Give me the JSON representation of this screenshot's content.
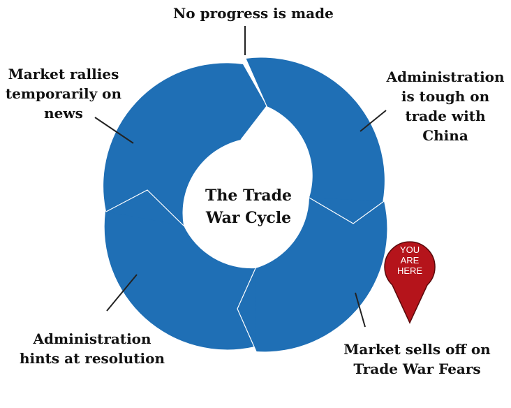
{
  "title": "The Trade\nWar Cycle",
  "stages": [
    {
      "id": "top",
      "text": "No progress is made"
    },
    {
      "id": "upper-right",
      "text": "Administration\nis tough on\ntrade with\nChina"
    },
    {
      "id": "lower-right",
      "text": "Market sells off on\nTrade War Fears"
    },
    {
      "id": "lower-left",
      "text": "Administration\nhints at resolution"
    },
    {
      "id": "upper-left",
      "text": "Market  rallies\ntemporarily on\nnews"
    }
  ],
  "marker": {
    "text": "YOU\nARE\nHERE",
    "color": "#b5141b"
  },
  "colors": {
    "ring": "#1f6fb5",
    "leader": "#222222",
    "background": "#ffffff"
  }
}
